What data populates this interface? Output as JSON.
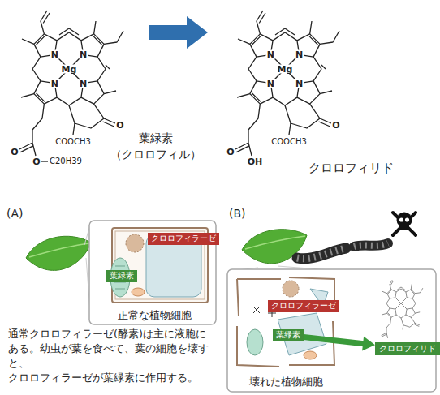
{
  "diagram": {
    "nodes": [
      {
        "text": [
          "正常な植物細胞"
        ]
      },
      {
        "text": [
          "クロロフィラーゼ"
        ],
        "in": 0
      },
      {
        "text": [
          "葉緑素"
        ],
        "in": 0
      },
      {
        "text": [
          "壊れた植物細胞"
        ]
      },
      {
        "text": [
          "クロロフィラーゼ"
        ],
        "in": 3
      },
      {
        "text": [
          "葉緑素"
        ],
        "in": 3
      },
      {
        "text": [
          "クロロフィリド"
        ]
      }
    ],
    "edges": [
      {
        "from": 5,
        "to": 6,
        "arrow": "to"
      }
    ],
    "labels": [
      "N",
      "N",
      "N",
      "N",
      "Mg",
      "O",
      "COOCH3",
      "O",
      "O",
      "C20H39",
      "葉緑素 （クロロフィル）",
      "N",
      "N",
      "N",
      "N",
      "Mg",
      "O",
      "COOCH3",
      "O",
      "OH",
      "クロロフィリド",
      "(A)",
      "(B)",
      "通常クロロフィラーゼ(酵素)は主に液胞に ある。幼虫が葉を食べて、葉の細胞を壊す と、クロロフィラーゼが葉緑素に作用する。"
    ]
  }
}
